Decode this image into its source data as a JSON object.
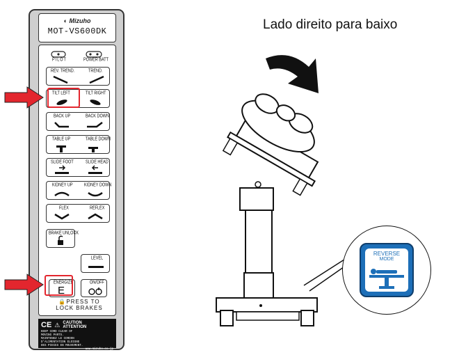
{
  "remote": {
    "brand": "Mizuho",
    "model": "MOT-VS600DK",
    "indicators": {
      "pilot": "PILOT",
      "power_batt": "POWER BATT"
    },
    "buttons": [
      {
        "left": "REV. TREND.",
        "right": "TREND."
      },
      {
        "left": "TILT LEFT",
        "right": "TILT RIGHT"
      },
      {
        "left": "BACK UP",
        "right": "BACK DOWN"
      },
      {
        "left": "TABLE UP",
        "right": "TABLE DOWN"
      },
      {
        "left": "SLIDE FOOT",
        "right": "SLIDE HEAD"
      },
      {
        "left": "KIDNEY UP",
        "right": "KIDNEY DOWN"
      },
      {
        "left": "FLEX",
        "right": "REFLEX"
      }
    ],
    "brake_unlock": "BRAKE UNLOCK",
    "level": "LEVEL",
    "energize": "ENERGIZE",
    "energize_letter": "E",
    "on_off": "ON/OFF",
    "press_to": "PRESS TO",
    "lock_brakes": "LOCK BRAKES",
    "caution_ce": "CE",
    "caution_title": "CAUTION",
    "caution_sub": "ATTENTION",
    "caution_lines": [
      "KEEP CORD CLEAR OF",
      "MOVING PARTS.",
      "MAINTENEZ LE CORDON",
      "D'ALIMENTATION ELOIGNE",
      "DES PIECES EN MOUVEMENT.",
      "www.mizuho.co.jp"
    ]
  },
  "caption": "Lado direito para baixo",
  "badge": {
    "line1": "REVERSE",
    "line2": "MODE"
  },
  "colors": {
    "highlight": "#e3262e",
    "badge_blue": "#1d6fb8",
    "remote_body": "#cfcfcf"
  }
}
